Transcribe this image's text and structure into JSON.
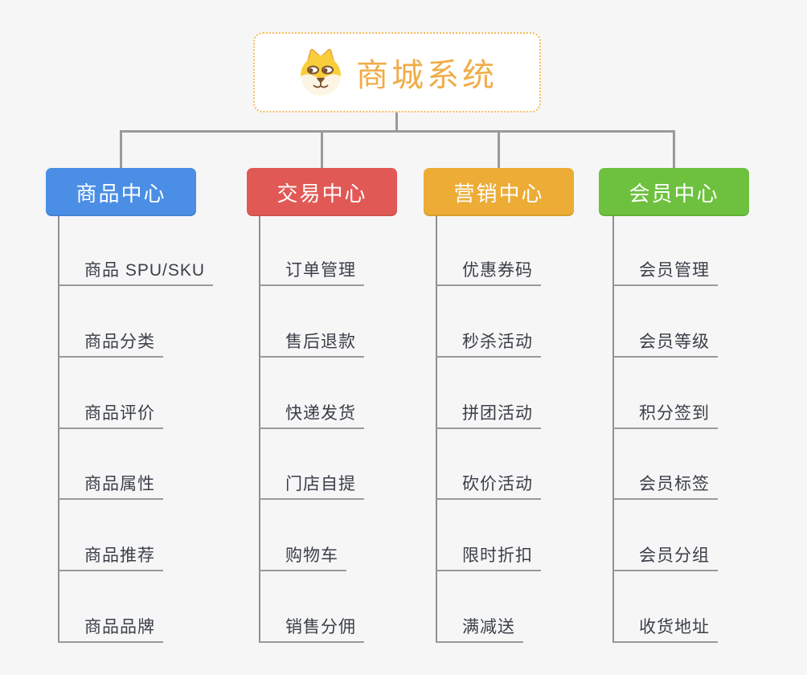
{
  "root": {
    "label": "商城系统",
    "icon": "dog-face-icon"
  },
  "branches": [
    {
      "label": "商品中心",
      "color": "#4A8FE5",
      "children": [
        "商品 SPU/SKU",
        "商品分类",
        "商品评价",
        "商品属性",
        "商品推荐",
        "商品品牌"
      ]
    },
    {
      "label": "交易中心",
      "color": "#E15955",
      "children": [
        "订单管理",
        "售后退款",
        "快递发货",
        "门店自提",
        "购物车",
        "销售分佣"
      ]
    },
    {
      "label": "营销中心",
      "color": "#ECAC35",
      "children": [
        "优惠券码",
        "秒杀活动",
        "拼团活动",
        "砍价活动",
        "限时折扣",
        "满减送"
      ]
    },
    {
      "label": "会员中心",
      "color": "#6DC13E",
      "children": [
        "会员管理",
        "会员等级",
        "积分签到",
        "会员标签",
        "会员分组",
        "收货地址"
      ]
    }
  ],
  "colors": {
    "background": "#F6F6F7",
    "connector": "#9A9A9A",
    "subtopic_underline": "#999999",
    "subtopic_text": "#3A3F47",
    "root_text": "#F0AC48",
    "root_border": "#F2BA5C"
  }
}
